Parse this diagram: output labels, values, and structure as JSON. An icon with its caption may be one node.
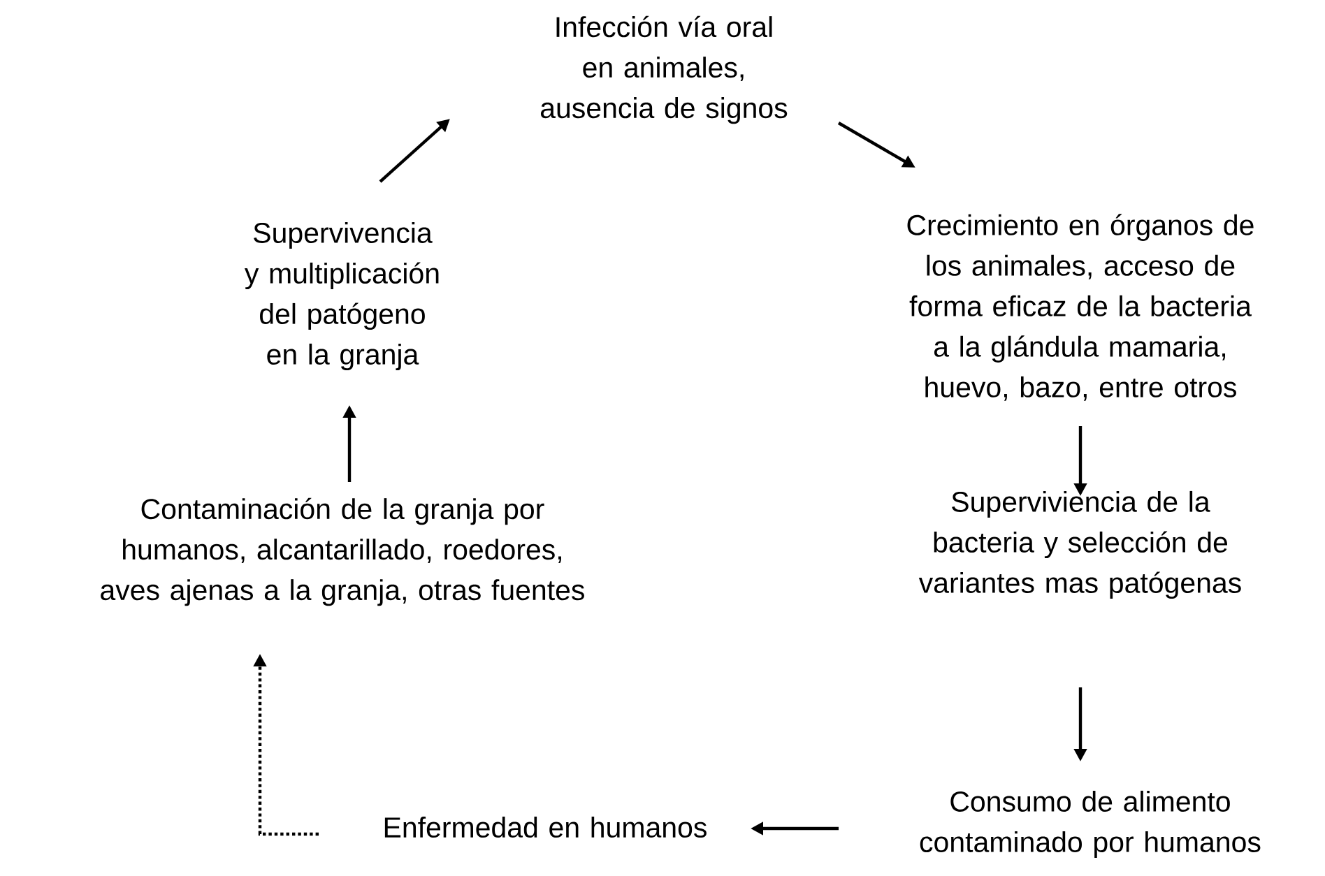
{
  "diagram": {
    "nodes": [
      {
        "text": [
          "Infección vía oral en animales, ausencia de signos"
        ]
      },
      {
        "text": [
          "Crecimiento en órganos de los animales, acceso de forma eficaz de la bacteria a la glándula mamaria, huevo, bazo, entre otros"
        ]
      },
      {
        "text": [
          "Superviviencia de la bacteria y selección de variantes mas patógenas"
        ]
      },
      {
        "text": [
          "Consumo de alimento contaminado por humanos"
        ]
      },
      {
        "text": [
          "Enfermedad en humanos"
        ]
      },
      {
        "text": [
          "Contaminación de la granja por humanos, alcantarillado, roedores, aves ajenas a la granja, otras fuentes"
        ]
      },
      {
        "text": [
          "Supervivencia y multiplicación del patógeno en la granja"
        ]
      }
    ],
    "edges": [
      {
        "from": 0,
        "to": 1,
        "arrow": "to"
      },
      {
        "from": 1,
        "to": 2,
        "arrow": "to"
      },
      {
        "from": 2,
        "to": 3,
        "arrow": "to"
      },
      {
        "from": 3,
        "to": 4,
        "arrow": "to"
      },
      {
        "from": 4,
        "to": 5,
        "arrow": "to",
        "style": "dashed"
      },
      {
        "from": 5,
        "to": 6,
        "arrow": "to"
      },
      {
        "from": 6,
        "to": 0,
        "arrow": "to"
      }
    ]
  }
}
